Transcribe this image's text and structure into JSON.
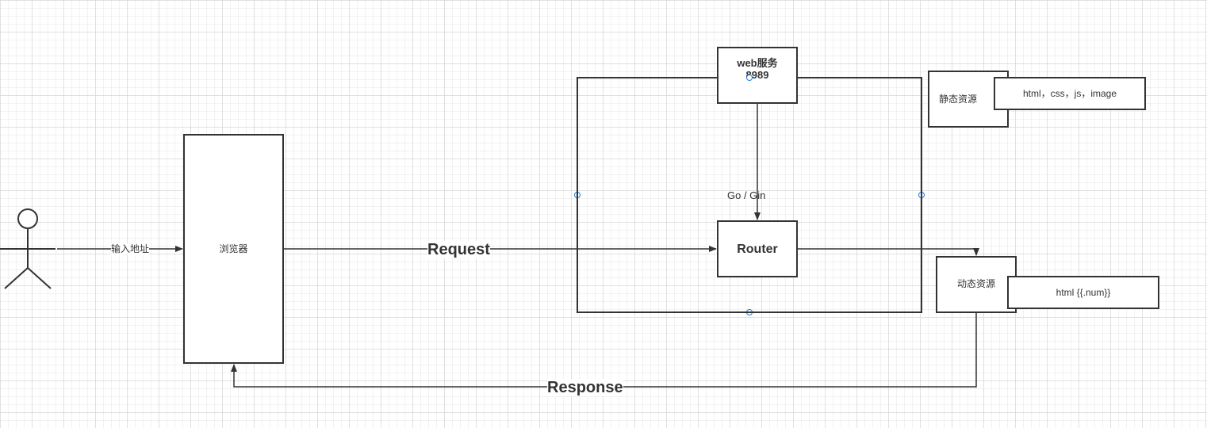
{
  "diagram": {
    "actor": {
      "label_input": "输入地址"
    },
    "browser": {
      "label": "浏览器"
    },
    "request": {
      "label": "Request"
    },
    "response": {
      "label": "Response"
    },
    "server_container": {
      "label": "Go / Gin"
    },
    "web_service": {
      "label": "web服务\n8989"
    },
    "router": {
      "label": "Router"
    },
    "static_resource": {
      "label": "静态资源",
      "detail": "html，css，js，image"
    },
    "dynamic_resource": {
      "label": "动态资源",
      "detail": "html {{.num}}"
    }
  },
  "colors": {
    "stroke": "#333333",
    "grid": "#d2d2d2",
    "handle": "#1e7bd6"
  }
}
